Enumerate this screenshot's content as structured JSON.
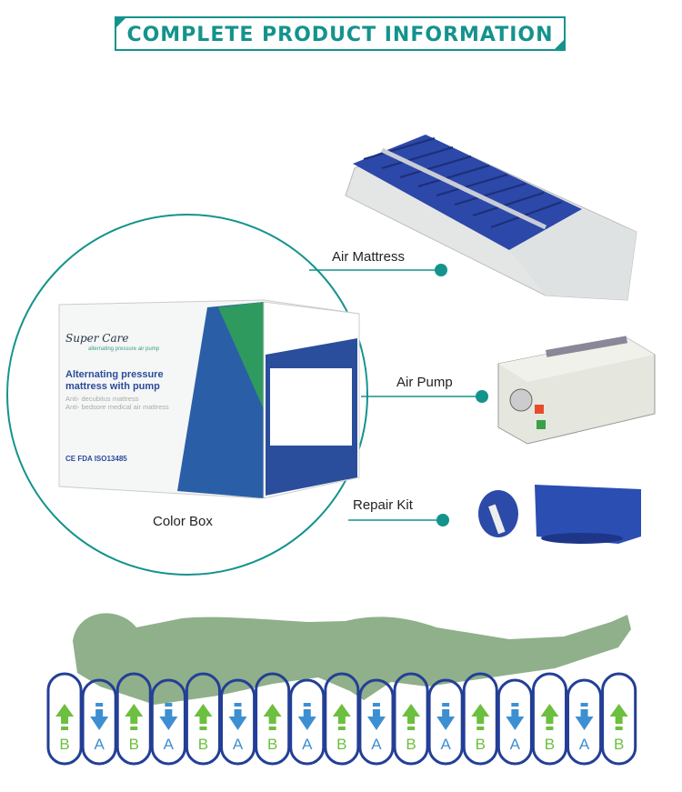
{
  "header": {
    "title": "COMPLETE PRODUCT INFORMATION"
  },
  "labels": {
    "air_mattress": "Air Mattress",
    "air_pump": "Air Pump",
    "repair_kit": "Repair Kit",
    "color_box": "Color Box"
  },
  "box": {
    "brand": "Super Care",
    "tagline": "alternating pressure air pump",
    "title_line1": "Alternating pressure",
    "title_line2": "mattress with pump",
    "sub1": "Anti- decubitus mattress",
    "sub2": "Anti- bedsore medical air mattress",
    "certs": "CE FDA ISO13485"
  },
  "cells": [
    "B",
    "A",
    "B",
    "A",
    "B",
    "A",
    "B",
    "A",
    "B",
    "A",
    "B",
    "A",
    "B",
    "A",
    "B",
    "A",
    "B"
  ],
  "colors": {
    "accent": "#14938d",
    "cell_border": "#233f96",
    "inflate": "#6cbf3f",
    "deflate": "#3d8fd1",
    "body": "#8fb08a"
  }
}
